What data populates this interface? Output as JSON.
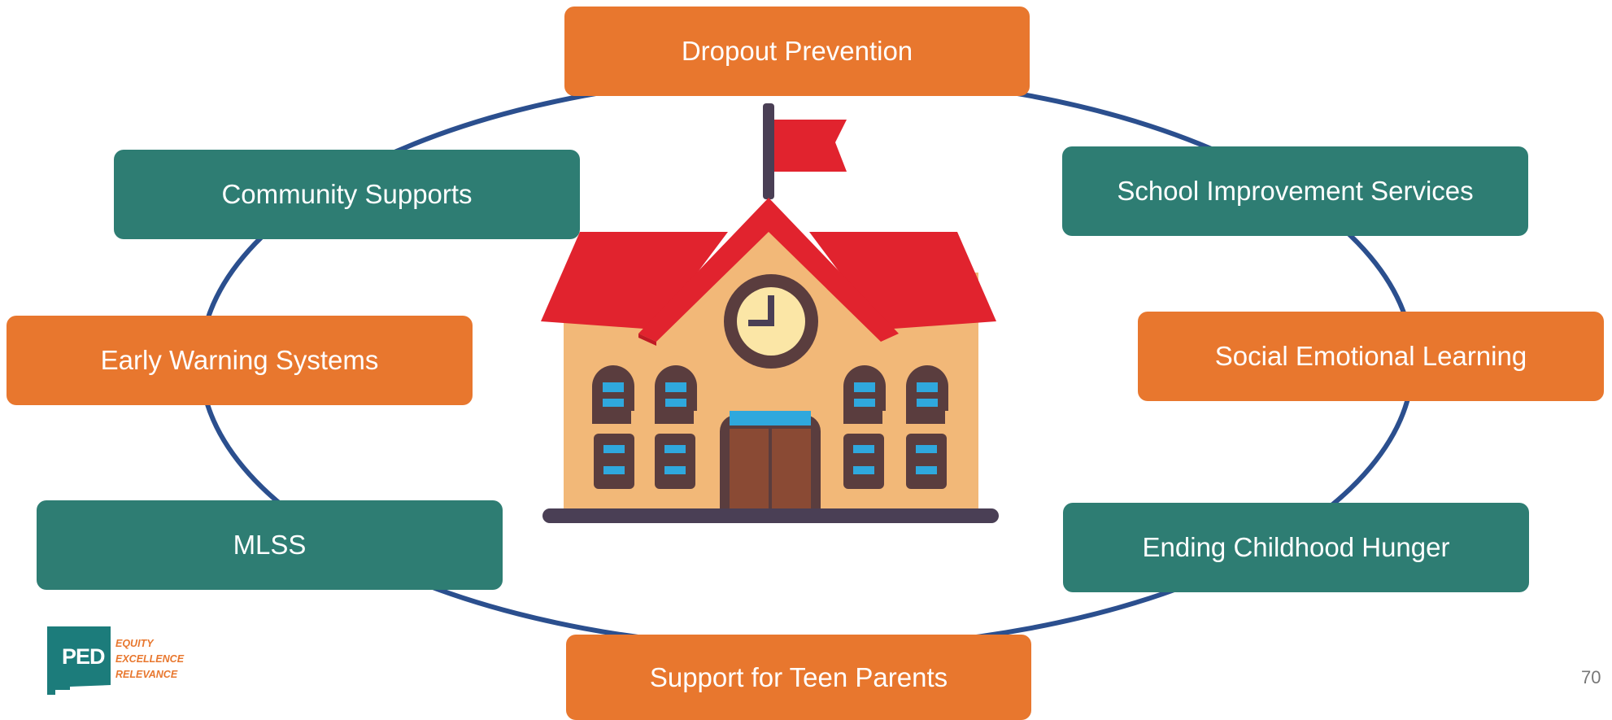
{
  "nodes": {
    "top": "Dropout Prevention",
    "upper_left": "Community Supports",
    "upper_right": "School Improvement Services",
    "mid_left": "Early Warning Systems",
    "mid_right": "Social Emotional Learning",
    "lower_left": "MLSS",
    "lower_right": "Ending Childhood Hunger",
    "bottom": "Support for Teen Parents"
  },
  "logo": {
    "abbrev": "PED",
    "lines": [
      "EQUITY",
      "EXCELLENCE",
      "RELEVANCE"
    ]
  },
  "page_number": "70",
  "colors": {
    "orange": "#e8772e",
    "teal": "#2e7d73",
    "ring": "#2b4f8e"
  }
}
